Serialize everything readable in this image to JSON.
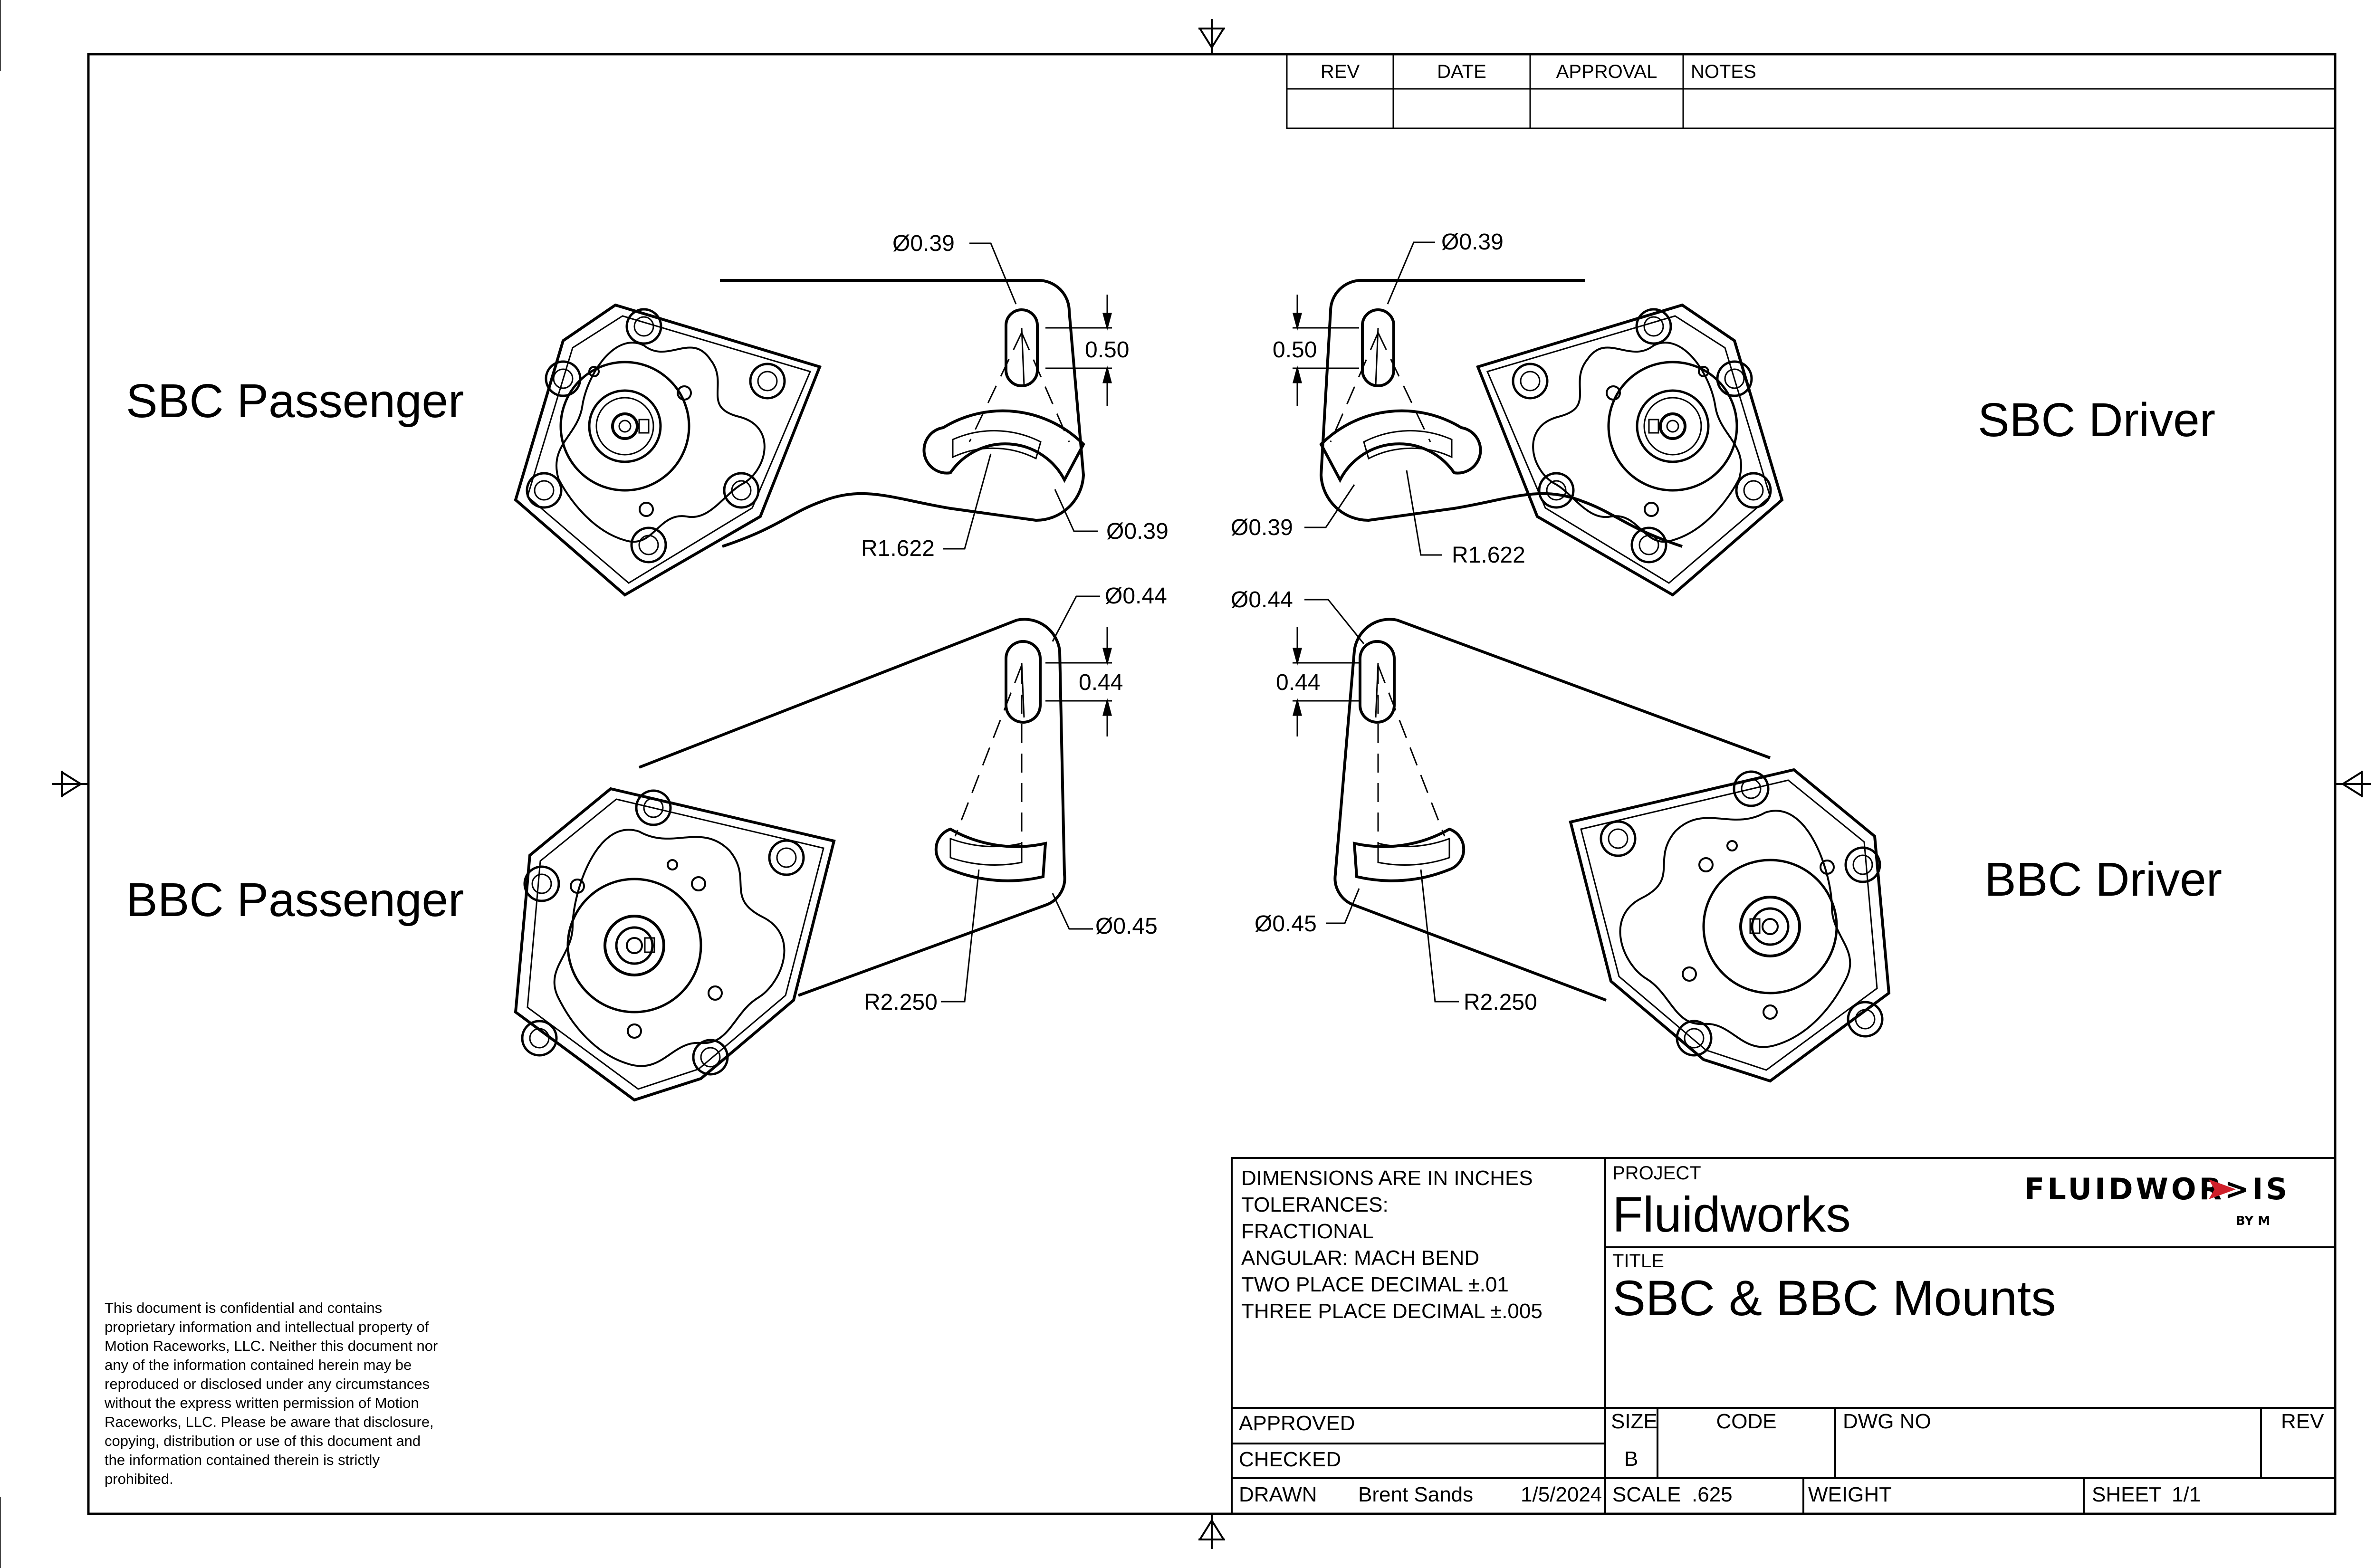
{
  "views": {
    "sbc_passenger": {
      "label": "SBC Passenger",
      "slot_dia": "Ø0.39",
      "slot_len": "0.50",
      "arc_dia": "Ø0.39",
      "arc_radius": "R1.622"
    },
    "sbc_driver": {
      "label": "SBC Driver",
      "slot_dia": "Ø0.39",
      "slot_len": "0.50",
      "arc_dia": "Ø0.39",
      "arc_radius": "R1.622"
    },
    "bbc_passenger": {
      "label": "BBC Passenger",
      "slot_dia": "Ø0.44",
      "slot_len": "0.44",
      "arc_dia": "Ø0.45",
      "arc_radius": "R2.250"
    },
    "bbc_driver": {
      "label": "BBC Driver",
      "slot_dia": "Ø0.44",
      "slot_len": "0.44",
      "arc_dia": "Ø0.45",
      "arc_radius": "R2.250"
    }
  },
  "revision_block": {
    "headers": [
      "REV",
      "DATE",
      "APPROVAL",
      "NOTES"
    ]
  },
  "tolerances": {
    "lines": [
      "DIMENSIONS ARE IN INCHES",
      "TOLERANCES:",
      "FRACTIONAL",
      "ANGULAR: MACH BEND",
      "TWO PLACE DECIMAL ±.01",
      "THREE PLACE DECIMAL ±.005"
    ]
  },
  "title_block": {
    "project_label": "PROJECT",
    "project": "Fluidworks",
    "logo_text": "FLUIDWOR>IS",
    "logo_sub": "BY M",
    "title_label": "TITLE",
    "title": "SBC & BBC Mounts",
    "approved_label": "APPROVED",
    "checked_label": "CHECKED",
    "drawn_label": "DRAWN",
    "drawn_by": "Brent Sands",
    "drawn_date": "1/5/2024",
    "size_label": "SIZE",
    "size": "B",
    "code_label": "CODE",
    "dwg_no_label": "DWG NO",
    "rev_label": "REV",
    "scale_label": "SCALE",
    "scale": ".625",
    "weight_label": "WEIGHT",
    "sheet_label": "SHEET",
    "sheet": "1/1"
  },
  "confidential": {
    "lines": [
      "This document is confidential and contains",
      "proprietary information and intellectual property of",
      "Motion Raceworks, LLC. Neither this document nor",
      "any of the information contained herein may be",
      "reproduced or disclosed under any circumstances",
      "without the express written permission of Motion",
      "Raceworks, LLC. Please be aware that disclosure,",
      "copying, distribution or use of this document and",
      "the information contained therein is strictly",
      "prohibited."
    ]
  }
}
